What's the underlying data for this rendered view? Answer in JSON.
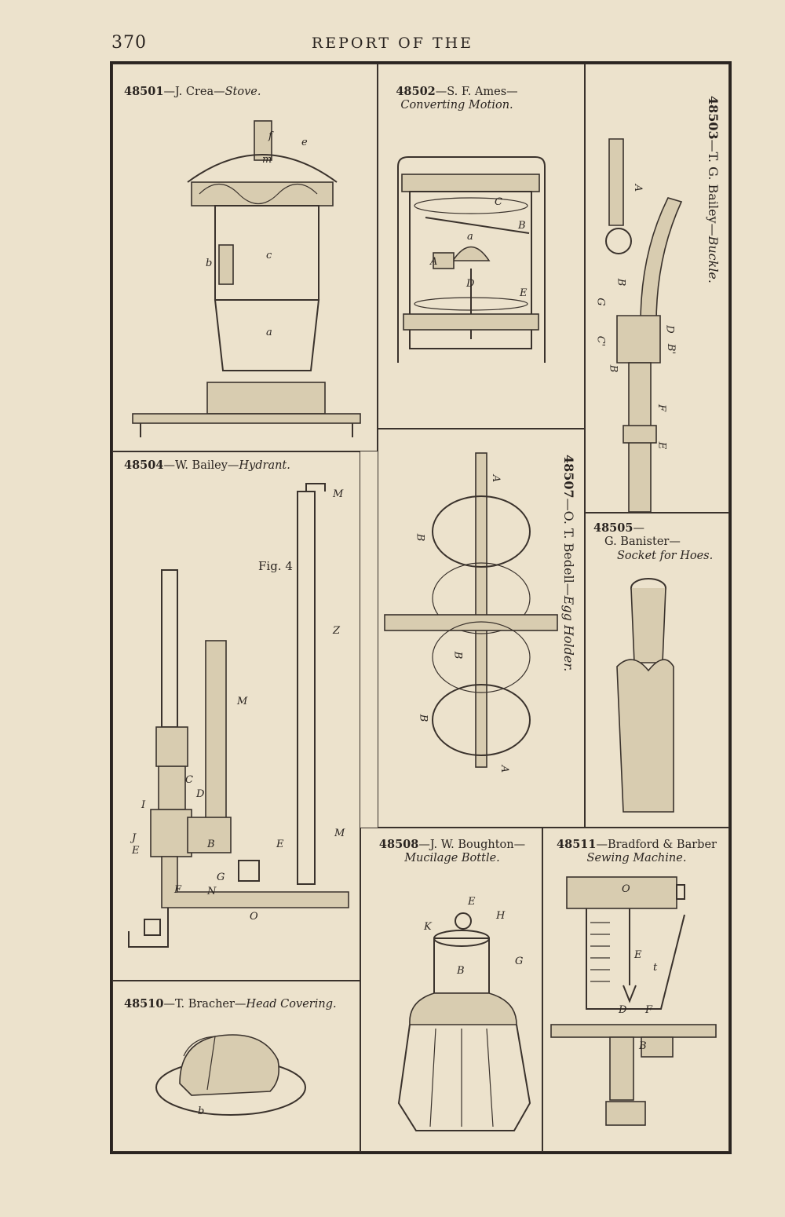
{
  "header": {
    "page_number": "370",
    "running_head": "REPORT OF THE"
  },
  "figures": [
    {
      "number": "48501",
      "inventor": "J. Crea",
      "title": "Stove."
    },
    {
      "number": "48502",
      "inventor": "S. F. Ames",
      "title": "Converting Motion."
    },
    {
      "number": "48503",
      "inventor": "T. G. Bailey",
      "title": "Buckle."
    },
    {
      "number": "48504",
      "inventor": "W. Bailey",
      "title": "Hydrant.",
      "fig_label": "Fig. 4"
    },
    {
      "number": "48505",
      "inventor": "G. Banister",
      "title": "Socket for Hoes."
    },
    {
      "number": "48507",
      "inventor": "O. T. Bedell",
      "title": "Egg Holder."
    },
    {
      "number": "48508",
      "inventor": "J. W. Boughton",
      "title": "Mucilage Bottle."
    },
    {
      "number": "48510",
      "inventor": "T. Bracher",
      "title": "Head Covering."
    },
    {
      "number": "48511",
      "inventor": "Bradford & Barber",
      "title": "Sewing Machine."
    }
  ],
  "labels": {
    "stove": [
      "f",
      "e",
      "m",
      "b",
      "c",
      "a"
    ],
    "motion": [
      "C",
      "B",
      "a",
      "A",
      "D",
      "E"
    ],
    "buckle": [
      "A",
      "B",
      "G",
      "C'",
      "D",
      "B'",
      "B",
      "F",
      "E"
    ],
    "hydrant": [
      "M",
      "Z",
      "M",
      "C",
      "D",
      "I",
      "J",
      "E",
      "B",
      "G",
      "N",
      "F",
      "O",
      "E",
      "M"
    ],
    "egg": [
      "A",
      "B",
      "B",
      "B",
      "A"
    ],
    "bottle": [
      "E",
      "K",
      "H",
      "B",
      "G"
    ],
    "hat": [
      "b"
    ],
    "sewing": [
      "O",
      "E",
      "t",
      "D",
      "F",
      "B"
    ]
  }
}
